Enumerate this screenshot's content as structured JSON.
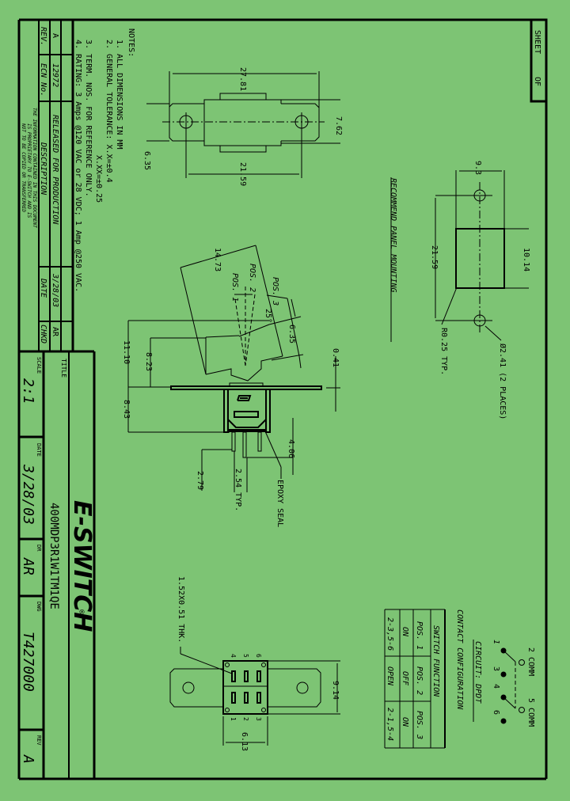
{
  "sheet": {
    "background": "#7dc474",
    "sheet_label": "SHEET",
    "of_label": "OF"
  },
  "notes": {
    "heading": "NOTES:",
    "items": [
      "1. ALL DIMENSIONS IN MM",
      "2. GENERAL TOLERANCE: X.X=±0.4",
      "X.XX=±0.25",
      "3. TERM. NOS. FOR REFERENCE ONLY.",
      "4. RATING: 3 Amps @120 VAC or 28 VDC; 1 Amp @250 VAC."
    ]
  },
  "revision_block": {
    "headers": {
      "rev": "REV.",
      "ecn": "ECN No.",
      "description": "DESCRIPTION",
      "date": "DATE",
      "chkd": "CHKD"
    },
    "rows": [
      {
        "rev": "A",
        "ecn": "12972",
        "description": "RELEASED FOR PRODUCTION",
        "date": "3/28/03",
        "chkd": "AR"
      }
    ],
    "proprietary": [
      "THE INFORMATION CONTAINED IN THIS DOCUMENT",
      "IS PROPRIETARY TO E-SWITCH AND IS",
      "NOT TO BE COPIED OR TRANSFERRED"
    ]
  },
  "title_block": {
    "title_label": "TITLE",
    "title": "400MDP3R1W1TM1QE",
    "logo": "E-SWITCH",
    "registered": "®",
    "scale_label": "SCALE",
    "scale": "2:1",
    "date_label": "DATE",
    "date": "3/28/03",
    "dr_label": "DR",
    "dr": "AR",
    "dwg_label": "DWG",
    "dwg": "T427000",
    "rev_label": "REV",
    "rev": "A"
  },
  "top_view": {
    "dim_overall": "27.81",
    "dim_holes": "21.59",
    "dim_height": "7.62",
    "dim_tab": "6.35"
  },
  "side_view": {
    "dim_actuator": "14.73",
    "pos1": "POS. 1",
    "pos2": "POS. 2",
    "pos3": "POS. 3",
    "angle": "25°",
    "dim_635": "6.35",
    "dim_041": "0.41",
    "dim_1110": "11.10",
    "dim_823": "8.23",
    "dim_843": "8.43",
    "dim_406": "4.06",
    "dim_279": "2.79",
    "dim_pitch": "2.54 TYP.",
    "epoxy": "EPOXY SEAL"
  },
  "panel_mounting": {
    "heading": "RECOMMEND PANEL MOUNTING",
    "dim_width": "9.3",
    "dim_cutout": "10.14",
    "dim_holes": "21.59",
    "radius": "R0.25 TYP.",
    "hole_dia": "Ø2.41 (2 PLACES)"
  },
  "bottom_view": {
    "terminal_note": "1.52X0.51 THK.",
    "dim_914": "9.14",
    "dim_613": "6.13",
    "terminals_top": [
      "4",
      "5",
      "6"
    ],
    "terminals_bottom": [
      "1",
      "2",
      "3"
    ]
  },
  "contact_config": {
    "heading": "CONTACT CONFIGURATION",
    "circuit": "CIRCUIT: DPDT",
    "comm2": "2 COMM",
    "comm5": "5 COMM",
    "t1": "1",
    "t3": "3",
    "t4": "4",
    "t6": "6",
    "function_heading": "SWITCH FUNCTION",
    "columns": [
      "POS. 1",
      "POS. 2",
      "POS. 3"
    ],
    "state_row": [
      "ON",
      "OFF",
      "ON"
    ],
    "connect_row": [
      "2-3,5-6",
      "OPEN",
      "2-1,5-4"
    ]
  }
}
